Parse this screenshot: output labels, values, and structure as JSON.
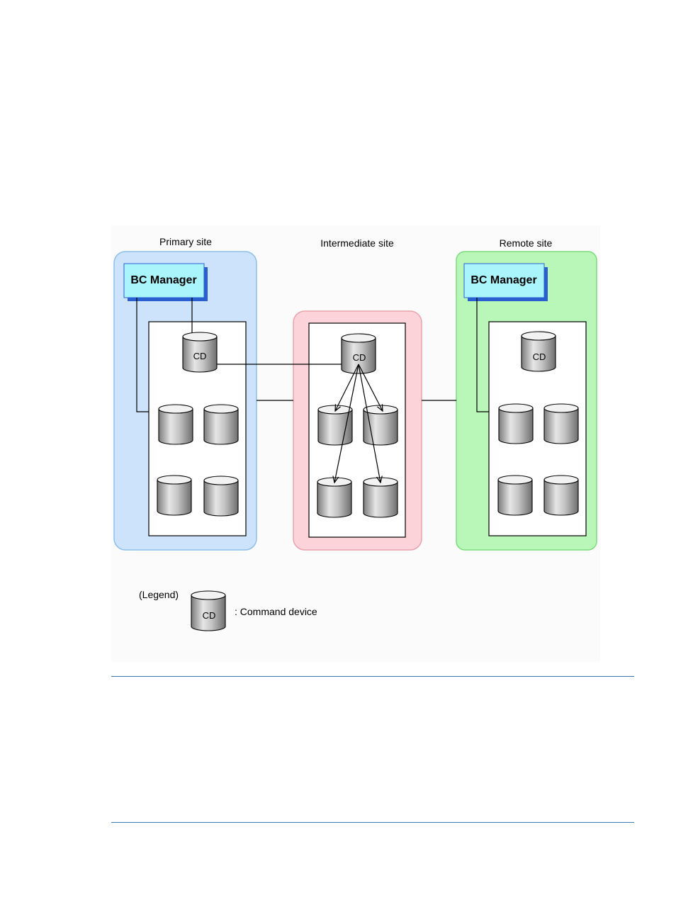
{
  "sites": {
    "primary": {
      "label": "Primary site",
      "manager": "BC Manager",
      "cd": "CD",
      "fill": "#cce3fb",
      "stroke": "#8ebfeb"
    },
    "intermediate": {
      "label": "Intermediate site",
      "cd": "CD",
      "fill": "#fbd3d9",
      "stroke": "#eba3ad"
    },
    "remote": {
      "label": "Remote site",
      "manager": "BC Manager",
      "cd": "CD",
      "fill": "#b8f7b8",
      "stroke": "#7cdc7c"
    }
  },
  "legend": {
    "label": "(Legend)",
    "cd": "CD",
    "description": ": Command device"
  },
  "colors": {
    "manager_fill": "#aaf4fc",
    "manager_shadow": "#2a5fd0",
    "figure_background": "#fbfbfb",
    "rule": "#3a78b5"
  }
}
